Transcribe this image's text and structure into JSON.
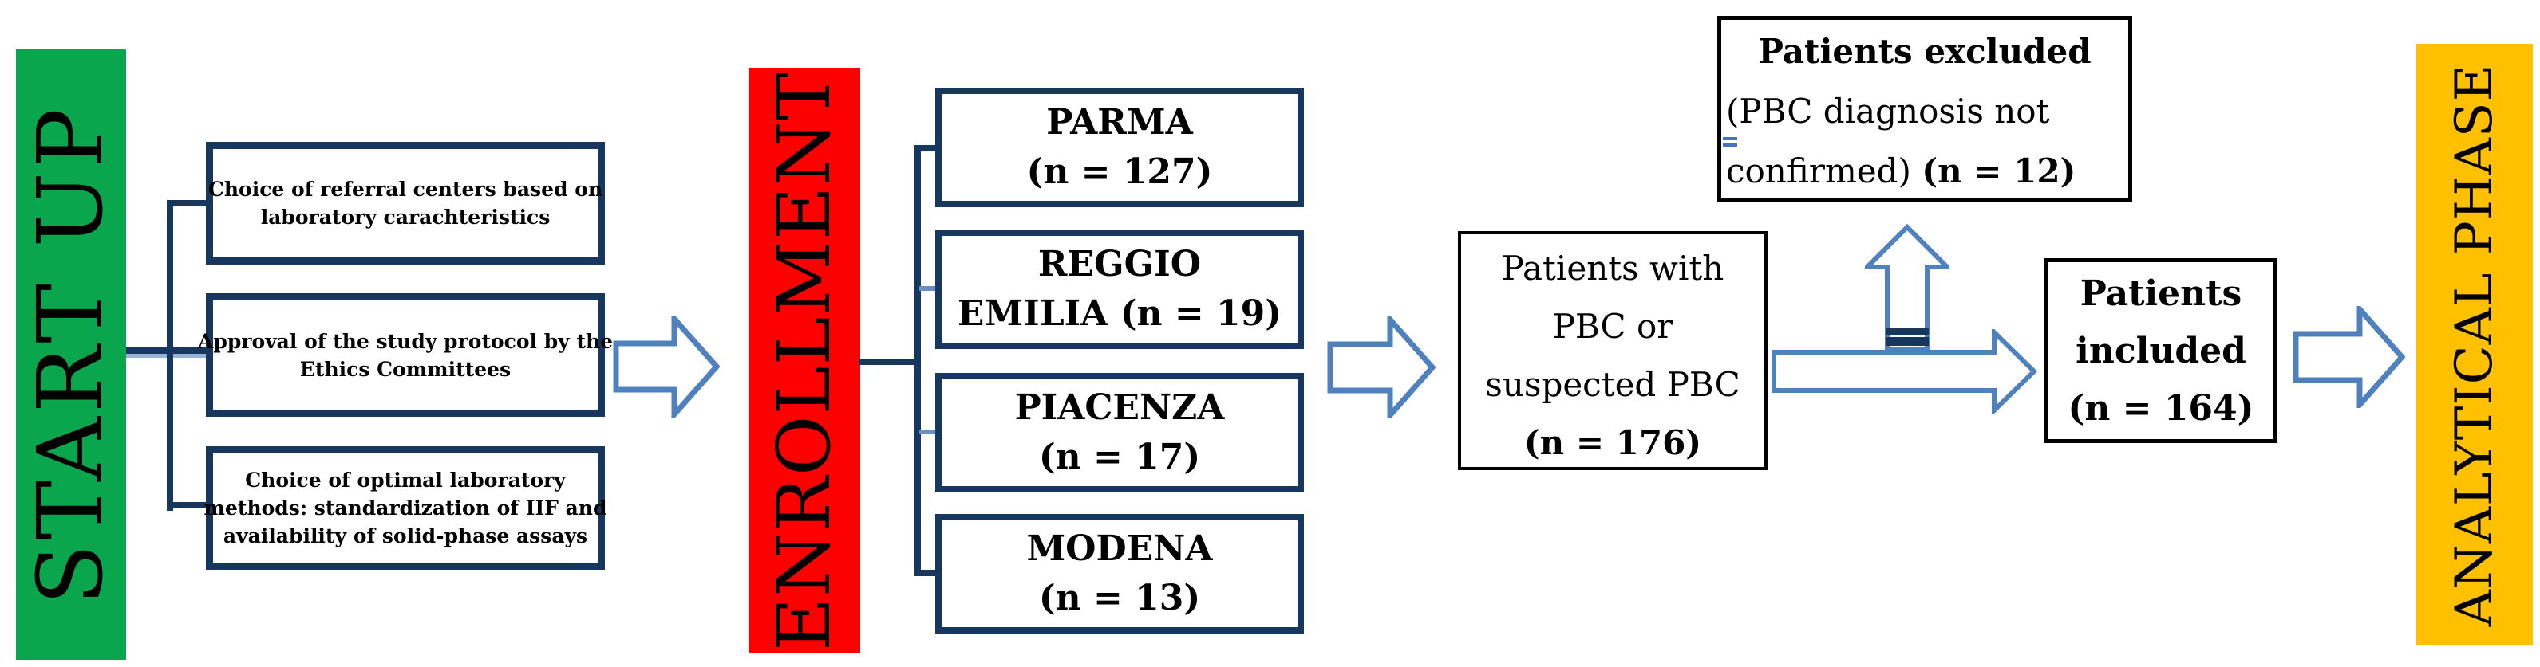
{
  "figure": {
    "type": "study-flow-diagram",
    "background": "#ffffff"
  },
  "palette": {
    "start_up_green": "#0aa64d",
    "enrollment_red": "#fd0000",
    "analytical_orange": "#ffc000",
    "connector_navy": "#17375e",
    "connector_light_blue": "#95b3d7",
    "arrow_steel_blue": "#4e81bd",
    "box_border_black": "#000000",
    "spellcheck_mark_blue": "#4472c4"
  },
  "stages": {
    "start_up": {
      "label": "START UP"
    },
    "enrollment": {
      "label": "ENROLLMENT"
    },
    "analytical_phase": {
      "label": "ANALYTICAL PHASE"
    }
  },
  "startup_tasks": [
    {
      "lines": [
        "Choice of referral centers based on",
        "laboratory carachteristics"
      ]
    },
    {
      "lines": [
        "Approval of the study protocol by the",
        "Ethics Committees"
      ]
    },
    {
      "lines": [
        "Choice of optimal laboratory",
        "methods: standardization of IIF and",
        "availability of solid-phase assays"
      ]
    }
  ],
  "enrollment_centers": [
    {
      "lines": [
        "PARMA",
        "(n = 127)"
      ]
    },
    {
      "lines": [
        "REGGIO",
        "EMILIA (n = 19)"
      ]
    },
    {
      "lines": [
        "PIACENZA",
        "(n = 17)"
      ]
    },
    {
      "lines": [
        "MODENA",
        "(n = 13)"
      ]
    }
  ],
  "pool_box": {
    "lines": [
      "Patients with",
      "PBC or",
      "suspected PBC"
    ],
    "count": "(n = 176)"
  },
  "excluded_box": {
    "line1": "Patients excluded",
    "line2": "(PBC diagnosis not",
    "line3_text": "confirmed)",
    "line3_count": "(n = 12)"
  },
  "included_box": {
    "line1": "Patients",
    "line2": "included",
    "count": "(n = 164)"
  }
}
